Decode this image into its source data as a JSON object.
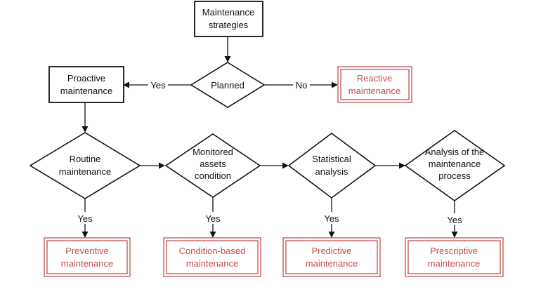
{
  "nodes": {
    "strategies": [
      "Maintenance",
      "strategies"
    ],
    "planned": [
      "Planned"
    ],
    "proactive": [
      "Proactive",
      "maintenance"
    ],
    "reactive": [
      "Reactive",
      "maintenance"
    ],
    "routine": [
      "Routine",
      "maintenance"
    ],
    "monitored": [
      "Monitored",
      "assets",
      "condition"
    ],
    "statistical": [
      "Statistical",
      "analysis"
    ],
    "analysis_process": [
      "Analysis of the",
      "maintenance",
      "process"
    ],
    "preventive": [
      "Preventive",
      "maintenance"
    ],
    "condition_based": [
      "Condition-based",
      "maintenance"
    ],
    "predictive": [
      "Predictive",
      "maintenance"
    ],
    "prescriptive": [
      "Prescriptive",
      "maintenance"
    ]
  },
  "edge_labels": {
    "planned_yes": "Yes",
    "planned_no": "No",
    "routine_yes": "Yes",
    "monitored_yes": "Yes",
    "statistical_yes": "Yes",
    "analysis_yes": "Yes"
  },
  "colors": {
    "outcome": "#c0504d",
    "line": "#111111"
  }
}
